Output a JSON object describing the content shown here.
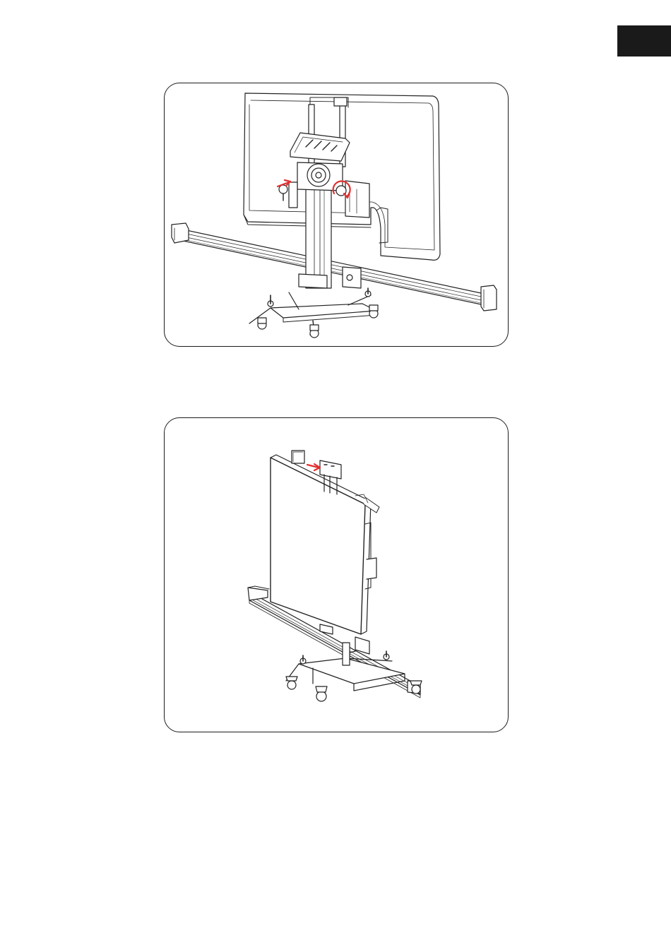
{
  "page": {
    "tab_marker_color": "#1a1a1a",
    "figures": [
      {
        "id": "figure-1",
        "subject": "calibration-frame-with-board-rear-view",
        "arrow_color": "#e03030"
      },
      {
        "id": "figure-2",
        "subject": "calibration-frame-with-target-board-side-view",
        "arrow_color": "#e03030"
      }
    ]
  }
}
